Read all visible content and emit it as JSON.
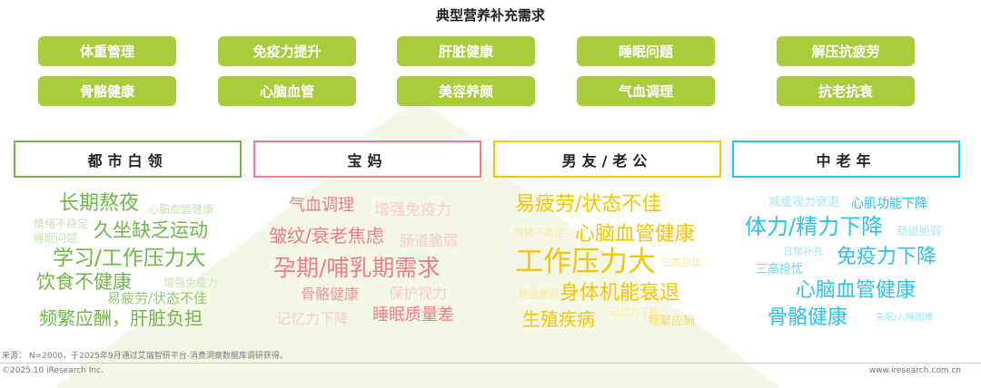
{
  "title": "典型营养补充需求",
  "needs": [
    "体重管理",
    "免疫力提升",
    "肝脏健康",
    "睡眠问题",
    "解压抗疲劳",
    "骨骼健康",
    "心脑血管",
    "美容养颜",
    "气血调理",
    "抗老抗衰"
  ],
  "categories": [
    {
      "label": "都市白领",
      "color": "#72b548",
      "words": [
        "长期熬夜",
        "心脑血管健康",
        "情绪不稳定",
        "睡眠问题",
        "久坐缺乏运动",
        "学习/工作压力大",
        "饮食不健康",
        "增强免疫力",
        "易疲劳/状态不佳",
        "频繁应酬，肝脏负担"
      ]
    },
    {
      "label": "宝妈",
      "color": "#f07c84",
      "words": [
        "气血调理",
        "增强免疫力",
        "皱纹/衰老焦虑",
        "肠道脆弱",
        "孕期/哺乳期需求",
        "骨骼健康",
        "保护视力",
        "记忆力下降",
        "睡眠质量差"
      ]
    },
    {
      "label": "男友/老公",
      "color": "#f6c400",
      "words": [
        "易疲劳/状态不佳",
        "情绪不稳定",
        "心脑血管健康",
        "工作压力大",
        "三高担忧",
        "肠道脆弱",
        "身体机能衰退",
        "记忆力下降",
        "生殖疾病",
        "频繁应酬"
      ]
    },
    {
      "label": "中老年",
      "color": "#2cc1ec",
      "words": [
        "减缓视力衰退",
        "心肌功能下降",
        "体力/精力下降",
        "肠道脆弱",
        "日常补充",
        "免疫力下降",
        "三高担忧",
        "心脑血管健康",
        "骨骼健康",
        "失眠/入睡困难"
      ]
    }
  ],
  "footer": {
    "source": "来源： N=2000，于2025年9月通过艾瑞智研平台-消费洞察数据库调研获得。",
    "copyright": "©2025.10 iResearch Inc.",
    "url": "www.iresearch.com.cn"
  }
}
